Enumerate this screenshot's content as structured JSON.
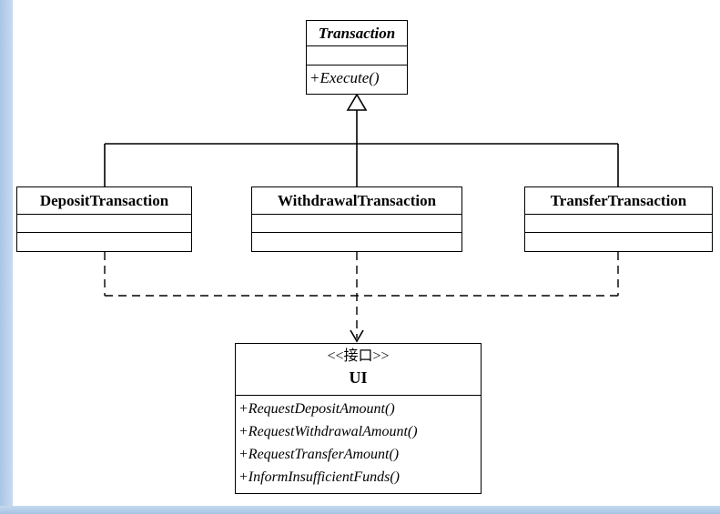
{
  "diagram": {
    "base_class": {
      "name": "Transaction",
      "attributes": [],
      "operations": [
        "+Execute()"
      ]
    },
    "subclasses": [
      {
        "name": "DepositTransaction",
        "attributes": [],
        "operations": []
      },
      {
        "name": "WithdrawalTransaction",
        "attributes": [],
        "operations": []
      },
      {
        "name": "TransferTransaction",
        "attributes": [],
        "operations": []
      }
    ],
    "interface": {
      "stereotype": "<<接口>>",
      "name": "UI",
      "operations": [
        "+RequestDepositAmount()",
        "+RequestWithdrawalAmount()",
        "+RequestTransferAmount()",
        "+InformInsufficientFunds()"
      ]
    },
    "relationships": [
      {
        "type": "generalization",
        "from": "DepositTransaction",
        "to": "Transaction"
      },
      {
        "type": "generalization",
        "from": "WithdrawalTransaction",
        "to": "Transaction"
      },
      {
        "type": "generalization",
        "from": "TransferTransaction",
        "to": "Transaction"
      },
      {
        "type": "dependency",
        "from": "DepositTransaction",
        "to": "UI"
      },
      {
        "type": "dependency",
        "from": "WithdrawalTransaction",
        "to": "UI"
      },
      {
        "type": "dependency",
        "from": "TransferTransaction",
        "to": "UI"
      }
    ],
    "colors": {
      "line": "#000000",
      "background": "#ffffff",
      "frame": "#c9dcef"
    }
  }
}
